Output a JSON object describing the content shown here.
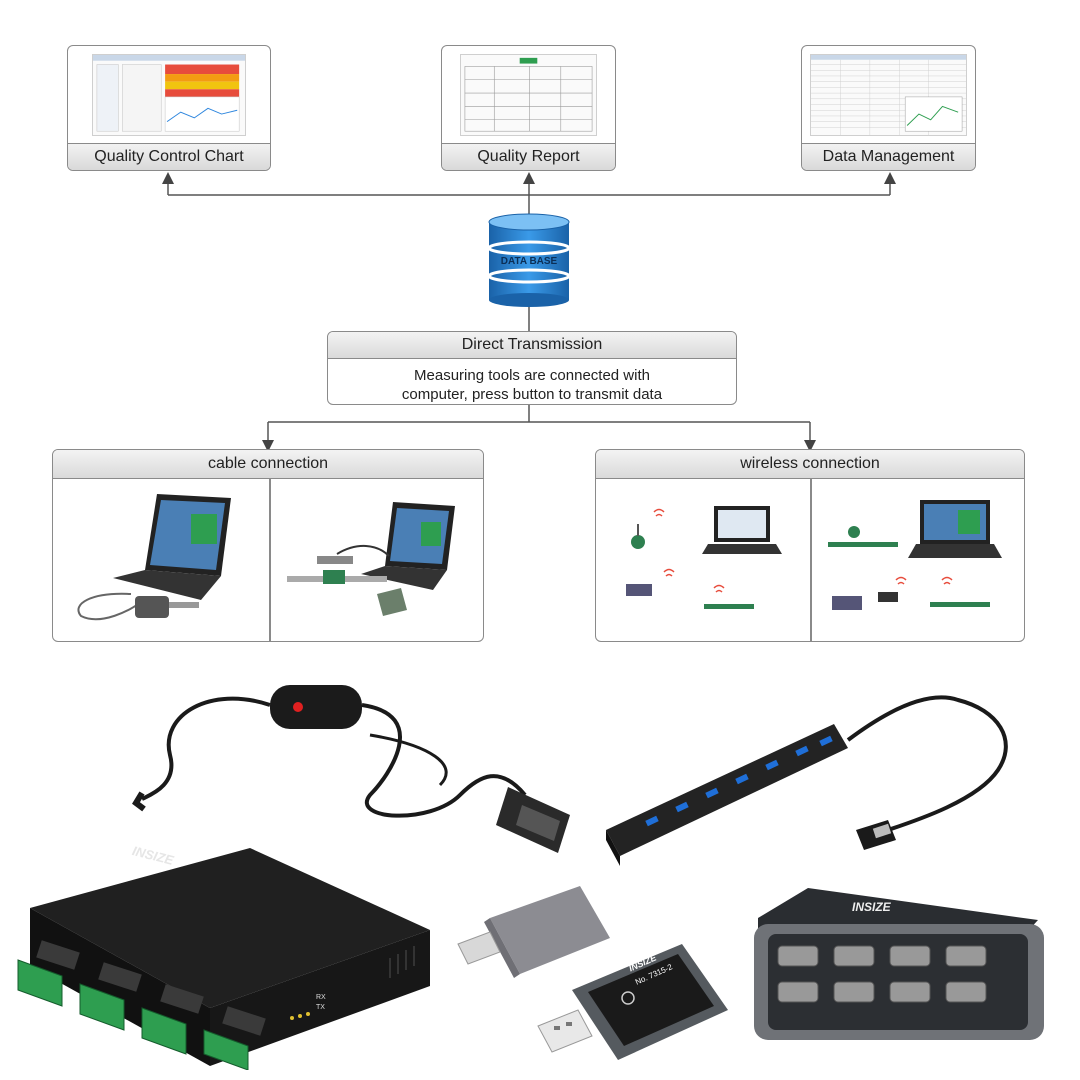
{
  "outputs": [
    {
      "label": "Quality Control Chart",
      "icon": "control-chart-thumbnail"
    },
    {
      "label": "Quality Report",
      "icon": "report-thumbnail"
    },
    {
      "label": "Data Management",
      "icon": "spreadsheet-thumbnail"
    }
  ],
  "database": {
    "label": "DATA BASE",
    "icon": "database-icon"
  },
  "direct_transmission": {
    "title": "Direct Transmission",
    "line1": "Measuring tools are connected with",
    "line2": "computer, press button to transmit data"
  },
  "connections": [
    {
      "title": "cable connection"
    },
    {
      "title": "wireless connection"
    }
  ],
  "products": {
    "brand": "INSIZE",
    "receiver_model": "No. 7315-2",
    "hub_labels": [
      "RX",
      "TX"
    ],
    "icons": [
      "rs232-cable-icon",
      "usb-hub-icon",
      "serial-hub-icon",
      "usb-c-adapter-icon",
      "wireless-receiver-icon",
      "multi-port-box-icon"
    ]
  },
  "colors": {
    "database_blue": "#1f78c8",
    "border": "#8a8a8a",
    "header_grey": "#dadada"
  }
}
